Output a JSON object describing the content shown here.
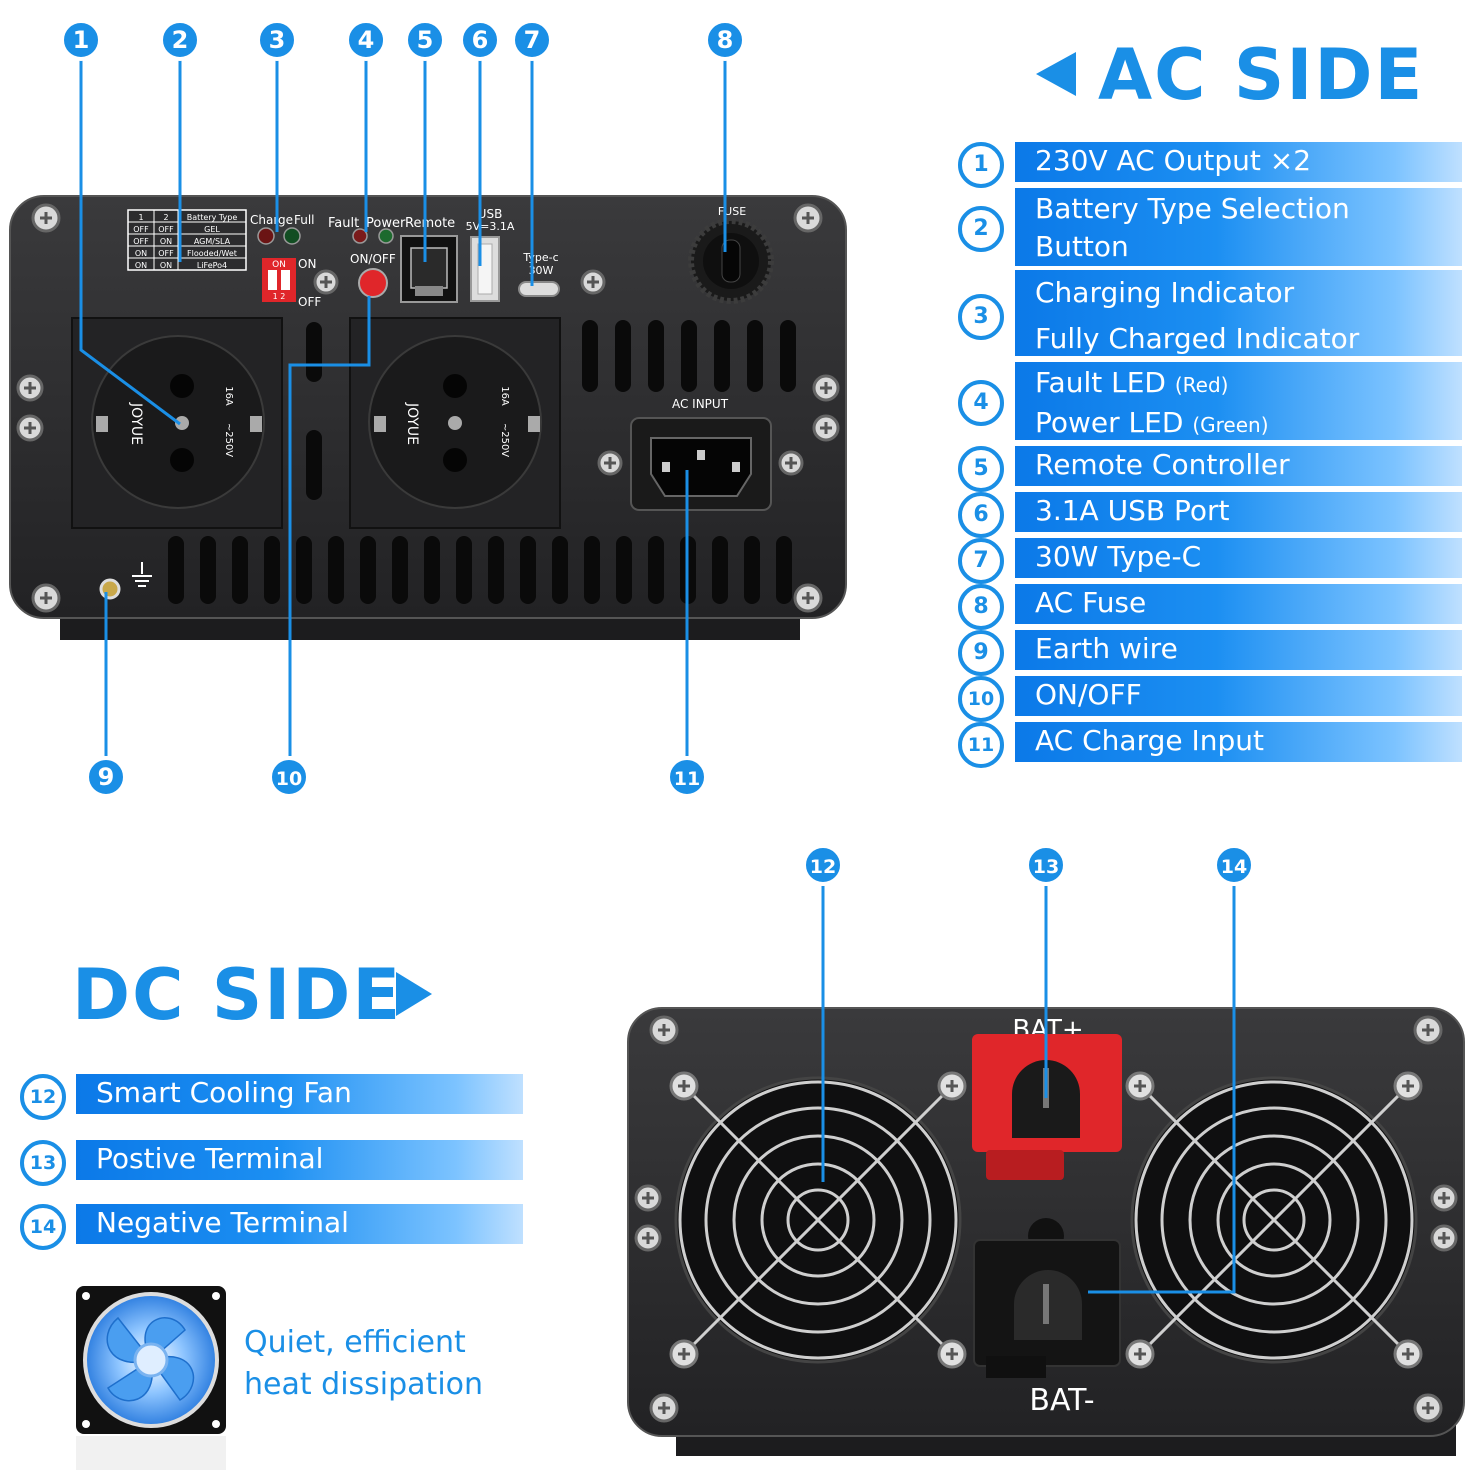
{
  "ac_side": {
    "title": "AC SIDE",
    "panel_labels": {
      "dip_table_headers": [
        "1",
        "2",
        "Battery Type"
      ],
      "dip_table_rows": [
        [
          "OFF",
          "OFF",
          "GEL"
        ],
        [
          "OFF",
          "ON",
          "AGM/SLA"
        ],
        [
          "ON",
          "OFF",
          "Flooded/Wet"
        ],
        [
          "ON",
          "ON",
          "LiFePo4"
        ]
      ],
      "charge": "Charge",
      "full": "Full",
      "fault": "Fault",
      "power": "Power",
      "remote": "Remote",
      "usb": "USB",
      "usb_rating": "5V=3.1A",
      "typec": "Type-c",
      "typec_rating": "30W",
      "fuse": "FUSE",
      "ac_input": "AC INPUT",
      "on_off": "ON/OFF",
      "dip_on": "ON",
      "dip_off": "OFF",
      "dip_switch_on": "ON",
      "dip_switch_numbers": "1 2",
      "socket_brand": "JOYUE",
      "socket_rating_a": "16A",
      "socket_rating_v": "~250V"
    },
    "callouts": [
      "1",
      "2",
      "3",
      "4",
      "5",
      "6",
      "7",
      "8",
      "9",
      "10",
      "11"
    ],
    "legend": [
      {
        "num": "1",
        "line1": "230V AC Output ×2"
      },
      {
        "num": "2",
        "line1": "Battery Type Selection",
        "line2": "Button"
      },
      {
        "num": "3",
        "line1": "Charging Indicator",
        "line2": "Fully Charged Indicator"
      },
      {
        "num": "4",
        "line1": "Fault LED",
        "line1_sub": "(Red)",
        "line2": "Power LED",
        "line2_sub": "(Green)"
      },
      {
        "num": "5",
        "line1": "Remote Controller"
      },
      {
        "num": "6",
        "line1": "3.1A USB Port"
      },
      {
        "num": "7",
        "line1": "30W Type-C"
      },
      {
        "num": "8",
        "line1": "AC Fuse"
      },
      {
        "num": "9",
        "line1": "Earth wire"
      },
      {
        "num": "10",
        "line1": "ON/OFF"
      },
      {
        "num": "11",
        "line1": "AC Charge Input"
      }
    ]
  },
  "dc_side": {
    "title": "DC SIDE",
    "panel_labels": {
      "bat_pos": "BAT+",
      "bat_neg": "BAT-"
    },
    "callouts": [
      "12",
      "13",
      "14"
    ],
    "legend": [
      {
        "num": "12",
        "line1": "Smart Cooling Fan"
      },
      {
        "num": "13",
        "line1": "Postive Terminal"
      },
      {
        "num": "14",
        "line1": "Negative Terminal"
      }
    ],
    "feature": {
      "line1": "Quiet, efficient",
      "line2": "heat dissipation"
    }
  },
  "colors": {
    "accent": "#1a8fe6",
    "panel": "#2c2c2e",
    "red_terminal": "#e0262a"
  }
}
